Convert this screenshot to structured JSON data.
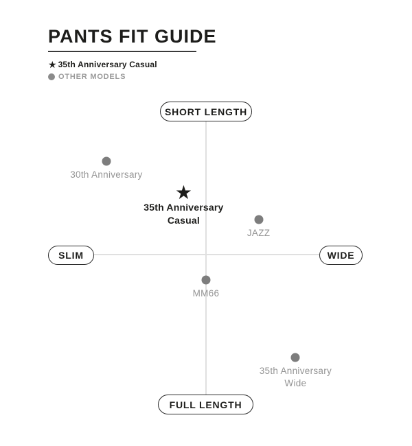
{
  "header": {
    "title": "PANTS FIT GUIDE",
    "legend": [
      {
        "marker": "star",
        "label": "35th Anniversary Casual"
      },
      {
        "marker": "dot",
        "label": "OTHER MODELS"
      }
    ]
  },
  "icons": {
    "star": "★",
    "dot": "●"
  },
  "axes": {
    "top": "SHORT LENGTH",
    "bottom": "FULL LENGTH",
    "left": "SLIM",
    "right": "WIDE"
  },
  "colors": {
    "text_black": "#1d1d1b",
    "dot_gray": "#7d7d7d",
    "label_gray": "#949494",
    "axis_line": "#e0e0e0",
    "background": "#ffffff"
  },
  "chart_data": {
    "type": "scatter",
    "title": "PANTS FIT GUIDE",
    "grid": false,
    "legend_position": "top-left",
    "x_axis": {
      "left_label": "SLIM",
      "right_label": "WIDE",
      "range": [
        -1,
        1
      ]
    },
    "y_axis": {
      "top_label": "SHORT LENGTH",
      "bottom_label": "FULL LENGTH",
      "range": [
        -1,
        1
      ]
    },
    "legend": [
      {
        "marker": "star",
        "label": "35th Anniversary Casual"
      },
      {
        "marker": "dot",
        "label": "OTHER MODELS"
      }
    ],
    "points": [
      {
        "label": "30th Anniversary",
        "label_lines": [
          "30th Anniversary"
        ],
        "marker": "dot",
        "x": -0.89,
        "y": 0.69
      },
      {
        "label": "35th Anniversary Casual",
        "label_lines": [
          "35th Anniversary",
          "Casual"
        ],
        "marker": "star",
        "x": -0.2,
        "y": 0.45
      },
      {
        "label": "JAZZ",
        "label_lines": [
          "JAZZ"
        ],
        "marker": "dot",
        "x": 0.47,
        "y": 0.26
      },
      {
        "label": "MM66",
        "label_lines": [
          "MM66"
        ],
        "marker": "dot",
        "x": 0.0,
        "y": -0.19
      },
      {
        "label": "35th Anniversary Wide",
        "label_lines": [
          "35th Anniversary",
          "Wide"
        ],
        "marker": "dot",
        "x": 0.8,
        "y": -0.76
      }
    ]
  }
}
